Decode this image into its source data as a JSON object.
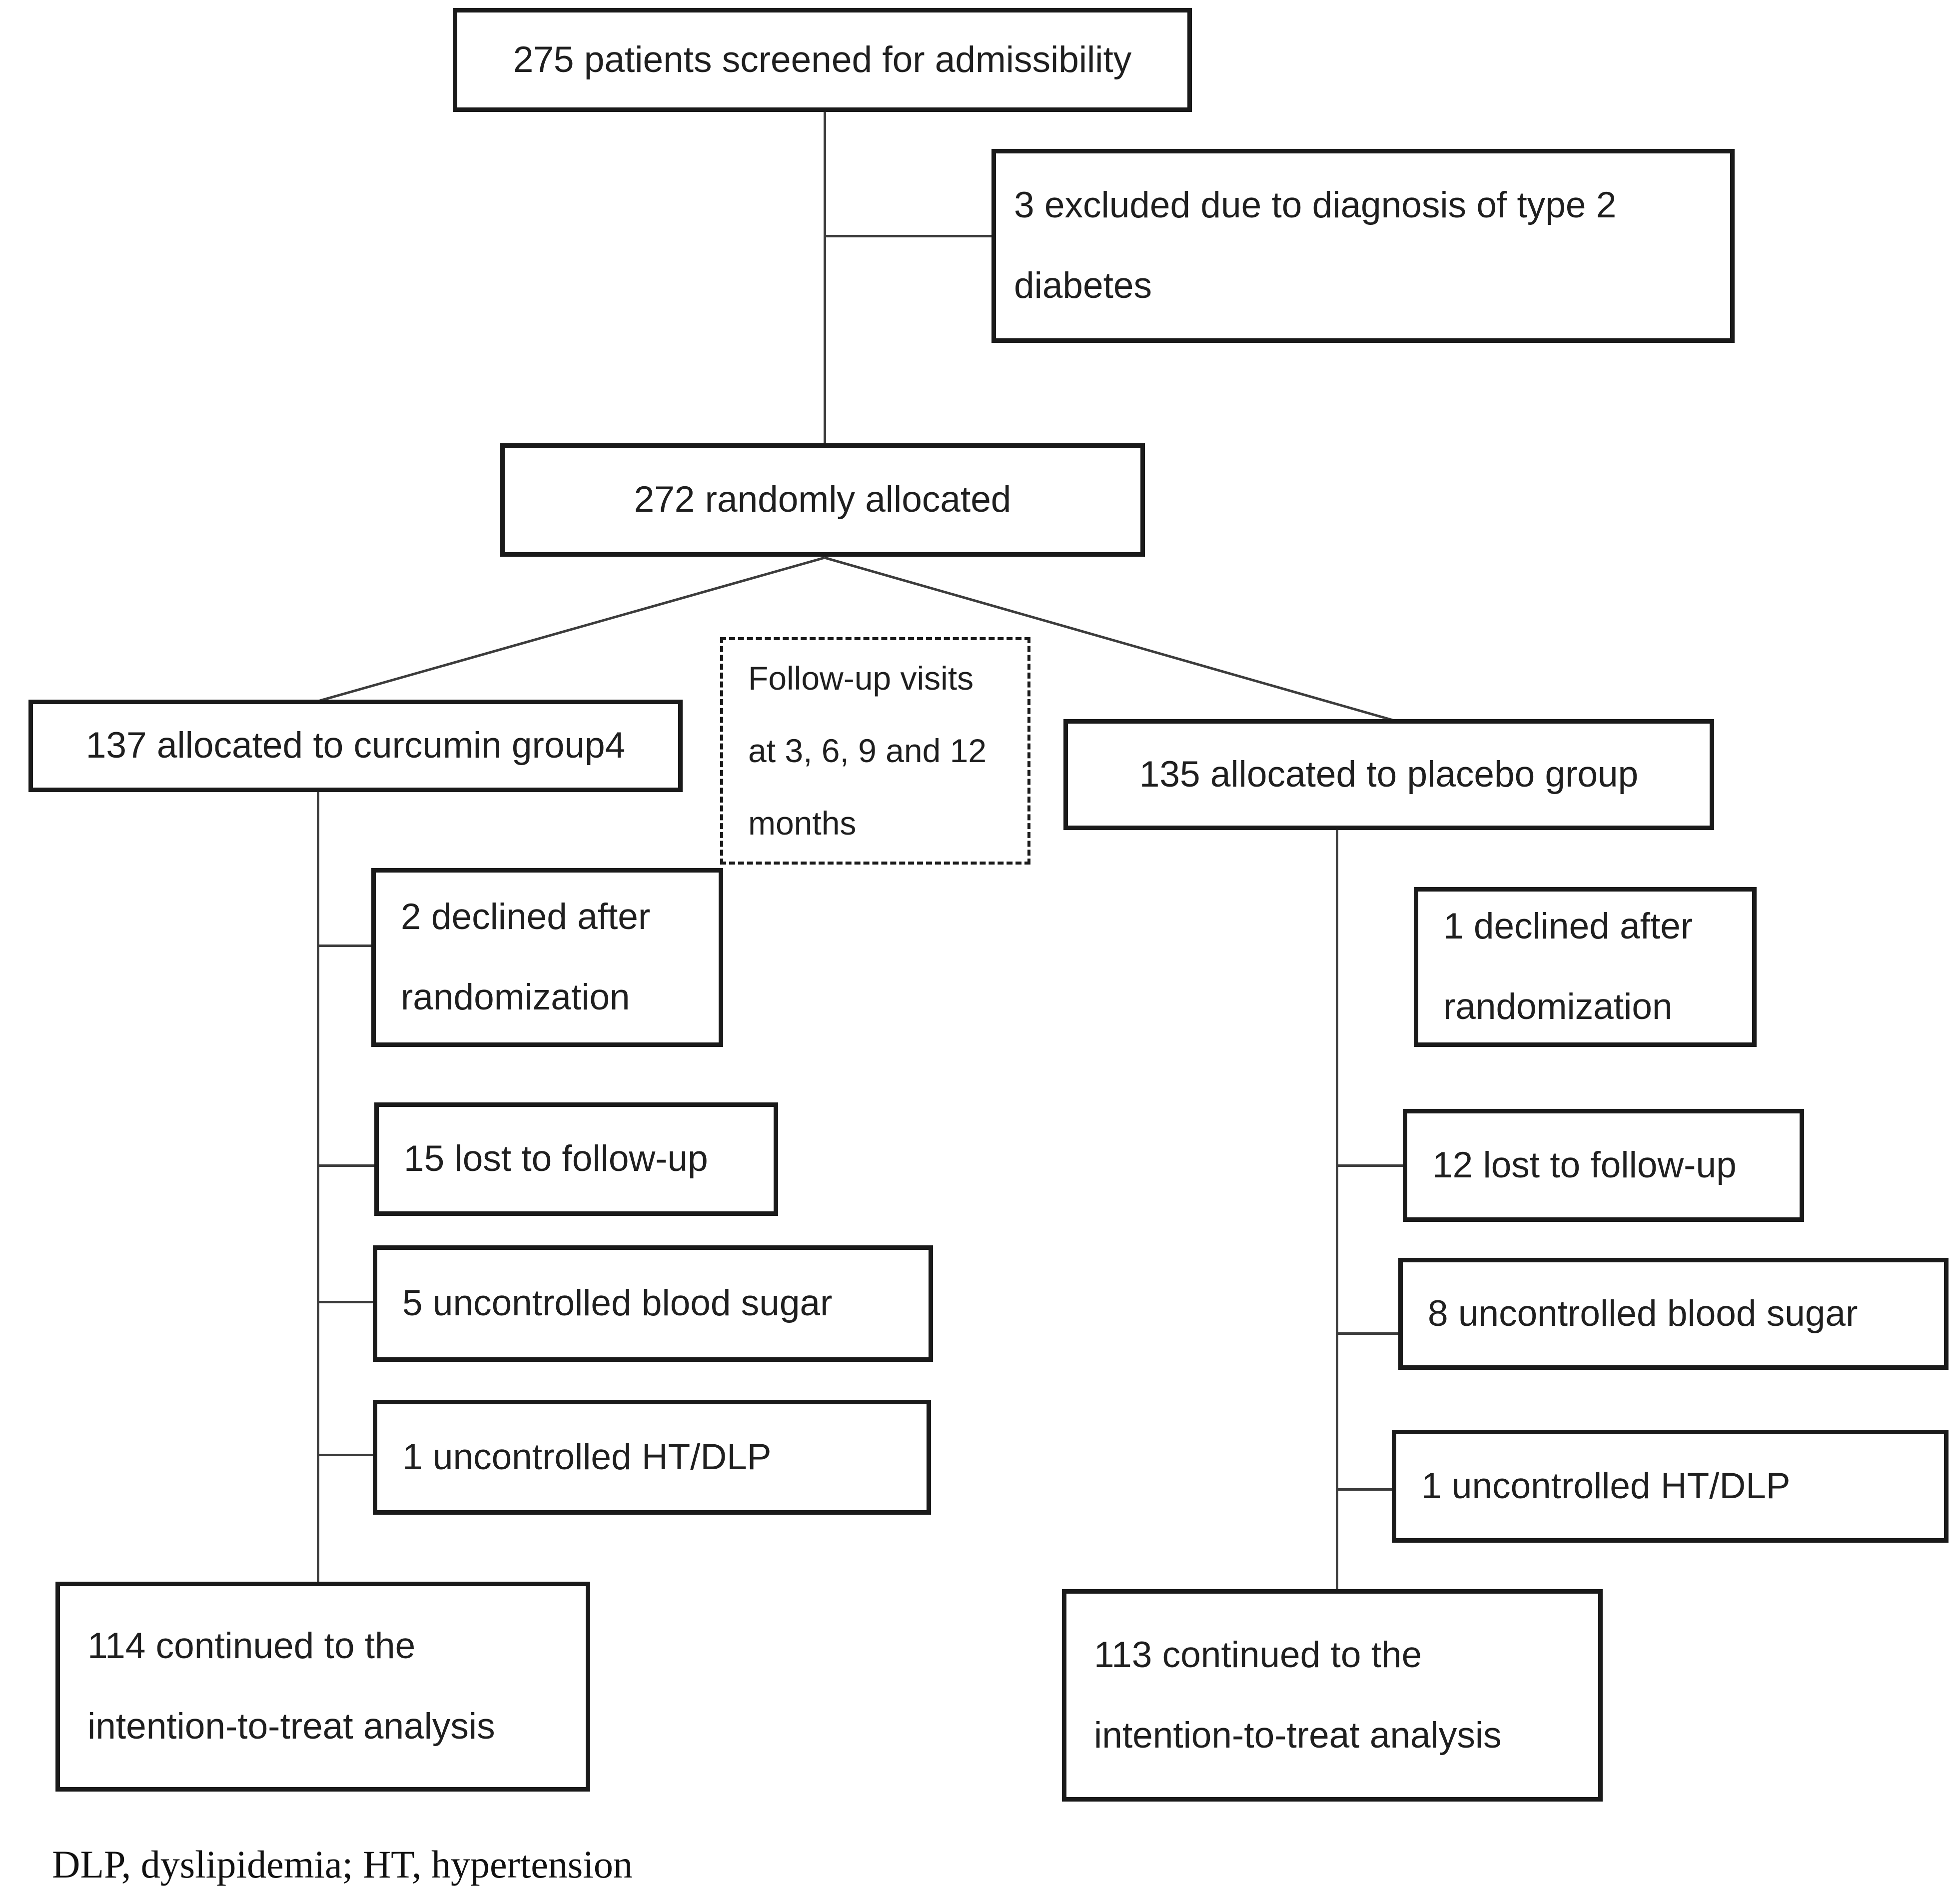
{
  "figure": {
    "background": "#ffffff",
    "border_color": "#1a1a1a",
    "line_color": "#3c3c3c",
    "text_color": "#1f1f1f"
  },
  "flow": {
    "screened": "275 patients screened for admissibility",
    "excluded_line1": "3 excluded due to diagnosis of type 2",
    "excluded_line2": "diabetes",
    "randomized": "272 randomly allocated",
    "followup_line1": "Follow-up visits",
    "followup_line2": "at 3, 6, 9 and 12",
    "followup_line3": "months",
    "curcumin_allocated": "137 allocated to curcumin group4",
    "placebo_allocated": "135 allocated to placebo group",
    "curcumin_declined_line1": "2 declined after",
    "curcumin_declined_line2": "randomization",
    "curcumin_lost": "15 lost to follow-up",
    "curcumin_blood_sugar": "5 uncontrolled blood sugar",
    "curcumin_ht_dlp": "1 uncontrolled HT/DLP",
    "curcumin_continued_line1": "114 continued to the",
    "curcumin_continued_line2": "intention-to-treat analysis",
    "placebo_declined_line1": "1 declined after",
    "placebo_declined_line2": "randomization",
    "placebo_lost": "12 lost to follow-up",
    "placebo_blood_sugar": "8 uncontrolled blood sugar",
    "placebo_ht_dlp": "1 uncontrolled HT/DLP",
    "placebo_continued_line1": "113 continued to the",
    "placebo_continued_line2": "intention-to-treat analysis"
  },
  "footnote": "DLP, dyslipidemia; HT, hypertension"
}
